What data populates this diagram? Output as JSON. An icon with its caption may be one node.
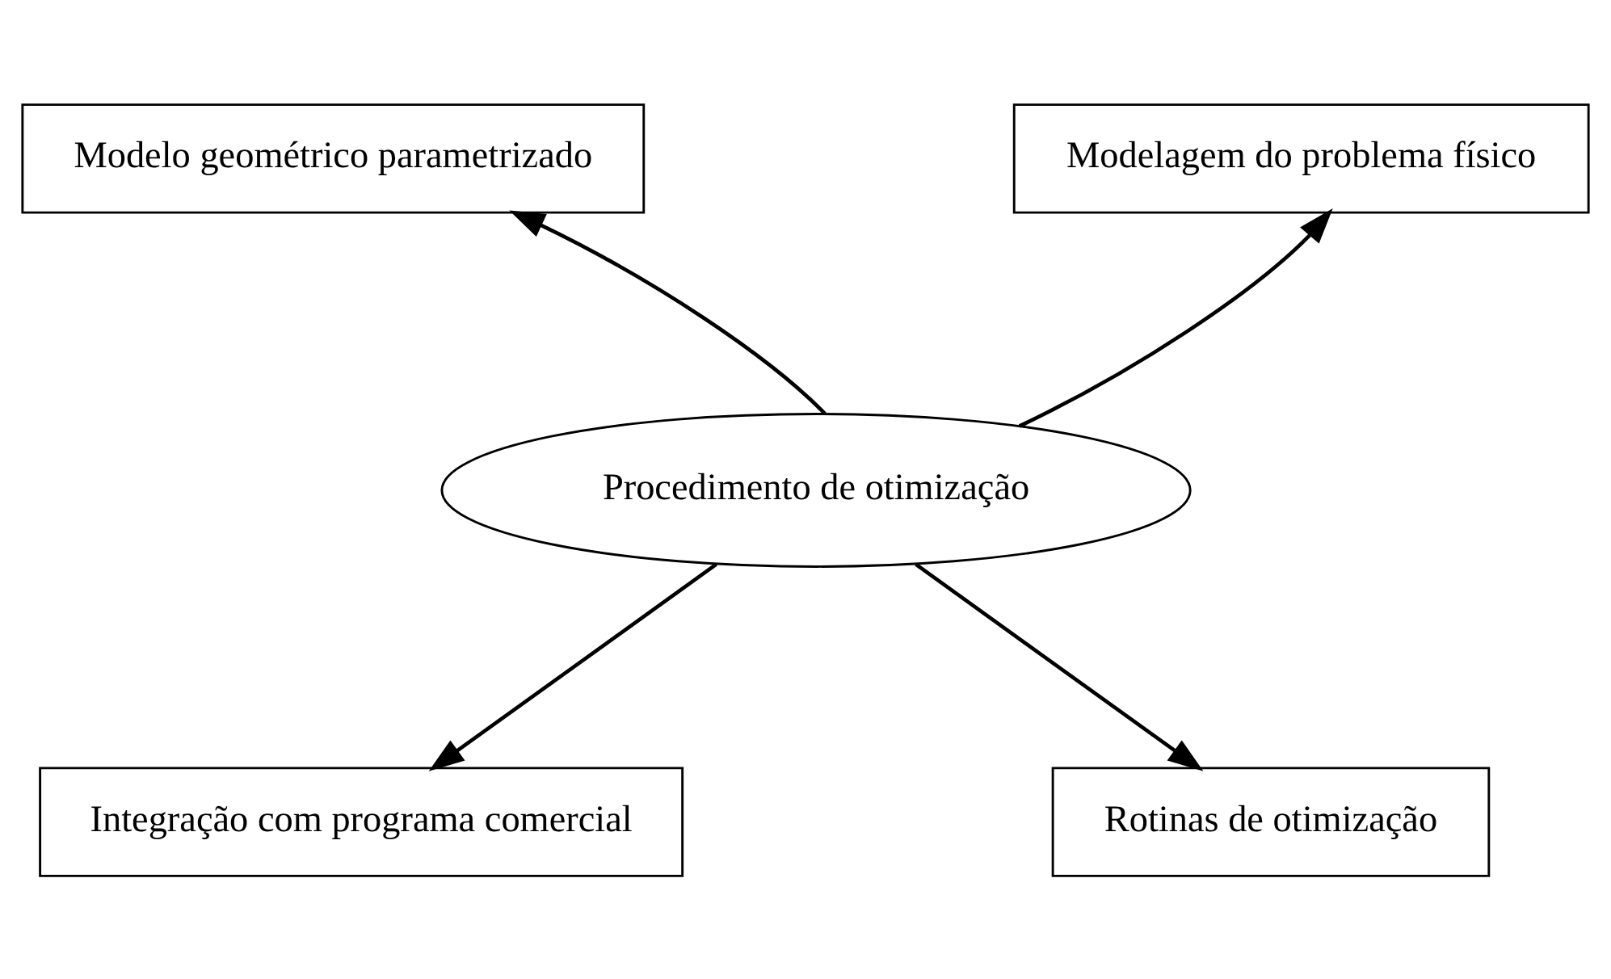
{
  "diagram": {
    "nodes": [
      {
        "text": [
          "Modelo geométrico parametrizado"
        ]
      },
      {
        "text": [
          "Modelagem do problema físico"
        ]
      },
      {
        "text": [
          "Procedimento de otimização"
        ]
      },
      {
        "text": [
          "Integração com programa comercial"
        ]
      },
      {
        "text": [
          "Rotinas de otimização"
        ]
      }
    ],
    "edges": [
      {
        "from": 2,
        "to": 0,
        "arrow": "to"
      },
      {
        "from": 2,
        "to": 1,
        "arrow": "to"
      },
      {
        "from": 2,
        "to": 3,
        "arrow": "to"
      },
      {
        "from": 2,
        "to": 4,
        "arrow": "to"
      }
    ]
  }
}
